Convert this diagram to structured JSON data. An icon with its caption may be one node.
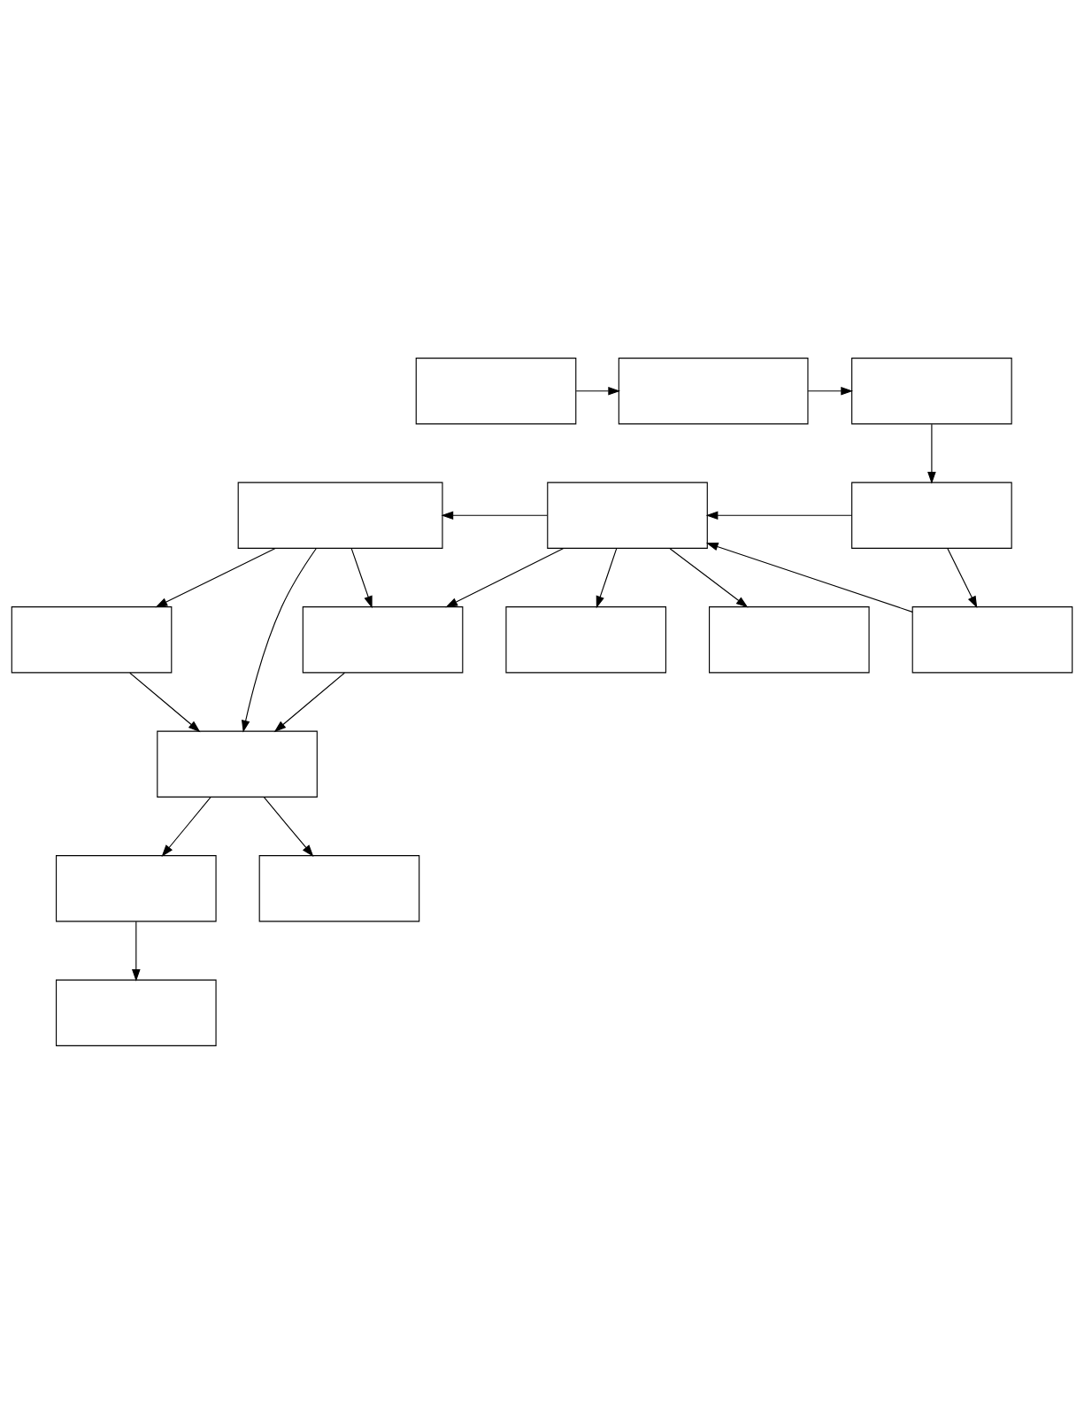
{
  "diagram": {
    "nodes": [
      {
        "text": [],
        "shape": "box"
      },
      {
        "text": [],
        "shape": "box"
      },
      {
        "text": [],
        "shape": "box"
      },
      {
        "text": [],
        "shape": "box"
      },
      {
        "text": [],
        "shape": "box"
      },
      {
        "text": [],
        "shape": "box"
      },
      {
        "text": [],
        "shape": "box"
      },
      {
        "text": [],
        "shape": "box"
      },
      {
        "text": [],
        "shape": "box"
      },
      {
        "text": [],
        "shape": "box"
      },
      {
        "text": [],
        "shape": "box"
      },
      {
        "text": [],
        "shape": "box"
      },
      {
        "text": [],
        "shape": "box"
      },
      {
        "text": [],
        "shape": "box"
      },
      {
        "text": [],
        "shape": "box"
      }
    ],
    "edges": [
      {
        "from": 0,
        "to": 1,
        "arrow": "to"
      },
      {
        "from": 1,
        "to": 2,
        "arrow": "to"
      },
      {
        "from": 2,
        "to": 5,
        "arrow": "to"
      },
      {
        "from": 5,
        "to": 4,
        "arrow": "to"
      },
      {
        "from": 4,
        "to": 3,
        "arrow": "to"
      },
      {
        "from": 3,
        "to": 6,
        "arrow": "to"
      },
      {
        "from": 3,
        "to": 9,
        "arrow": "to"
      },
      {
        "from": 3,
        "to": 7,
        "arrow": "to"
      },
      {
        "from": 4,
        "to": 7,
        "arrow": "to"
      },
      {
        "from": 4,
        "to": 10,
        "arrow": "to"
      },
      {
        "from": 4,
        "to": 11,
        "arrow": "to"
      },
      {
        "from": 8,
        "to": 4,
        "arrow": "to"
      },
      {
        "from": 5,
        "to": 8,
        "arrow": "to"
      },
      {
        "from": 7,
        "to": 9,
        "arrow": "to"
      },
      {
        "from": 6,
        "to": 9,
        "arrow": "to"
      },
      {
        "from": 9,
        "to": 12,
        "arrow": "to"
      },
      {
        "from": 9,
        "to": 13,
        "arrow": "to"
      },
      {
        "from": 12,
        "to": 14,
        "arrow": "to"
      }
    ]
  }
}
